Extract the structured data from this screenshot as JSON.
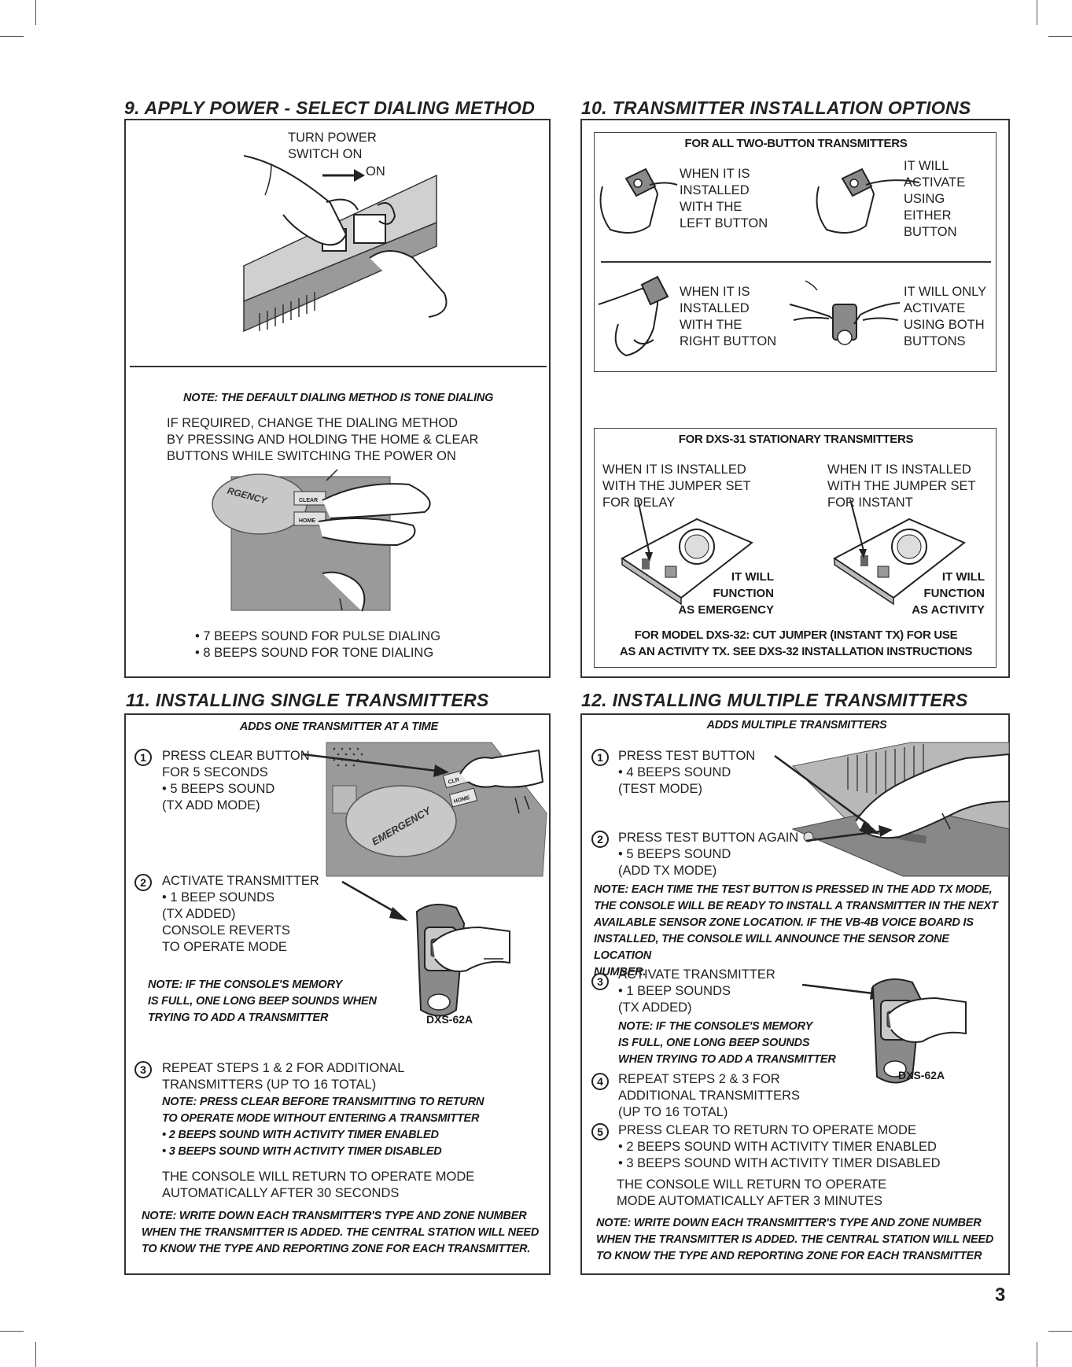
{
  "page_number": "3",
  "section9": {
    "title": "9. APPLY POWER - SELECT DIALING METHOD",
    "turn_power": "TURN POWER\nSWITCH ON",
    "on_label": "ON",
    "note": "NOTE: THE DEFAULT DIALING METHOD IS TONE DIALING",
    "instructions": "IF REQUIRED, CHANGE THE DIALING METHOD\nBY PRESSING AND HOLDING THE HOME & CLEAR\nBUTTONS WHILE SWITCHING THE POWER ON",
    "emergency_text": "RGENCY",
    "clear_button": "CLEAR",
    "home_button": "HOME",
    "beeps_pulse": "• 7 BEEPS SOUND FOR PULSE DIALING",
    "beeps_tone": "• 8 BEEPS SOUND FOR TONE DIALING"
  },
  "section10": {
    "title": "10. TRANSMITTER INSTALLATION OPTIONS",
    "two_button_header": "FOR ALL TWO-BUTTON TRANSMITTERS",
    "left_button": "WHEN IT IS\nINSTALLED\nWITH THE\nLEFT BUTTON",
    "either_button": "IT WILL\nACTIVATE\nUSING\nEITHER\nBUTTON",
    "right_button": "WHEN IT IS\nINSTALLED\nWITH THE\nRIGHT BUTTON",
    "both_buttons": "IT WILL ONLY\nACTIVATE\nUSING BOTH\nBUTTONS",
    "dxs31_header": "FOR DXS-31 STATIONARY TRANSMITTERS",
    "jumper_delay": "WHEN IT IS INSTALLED\nWITH THE JUMPER SET\nFOR DELAY",
    "jumper_instant": "WHEN IT IS INSTALLED\nWITH THE JUMPER SET\nFOR INSTANT",
    "function_emergency": "IT WILL\nFUNCTION\nAS EMERGENCY",
    "function_activity": "IT WILL\nFUNCTION\nAS ACTIVITY",
    "dxs32_note": "FOR MODEL DXS-32: CUT JUMPER (INSTANT TX) FOR USE\nAS AN ACTIVITY TX. SEE DXS-32 INSTALLATION INSTRUCTIONS"
  },
  "section11": {
    "title": "11. INSTALLING SINGLE TRANSMITTERS",
    "subtitle": "ADDS ONE TRANSMITTER AT A TIME",
    "step1_num": "1",
    "step1": "PRESS CLEAR BUTTON\nFOR 5 SECONDS\n• 5 BEEPS SOUND\n   (TX ADD MODE)",
    "step2_num": "2",
    "step2": "ACTIVATE TRANSMITTER\n• 1 BEEP SOUNDS\n   (TX ADDED)\nCONSOLE REVERTS\nTO OPERATE MODE",
    "memory_note": "NOTE: IF THE CONSOLE'S MEMORY\nIS FULL, ONE LONG BEEP SOUNDS WHEN\nTRYING TO ADD A TRANSMITTER",
    "model": "DXS-62A",
    "step3_num": "3",
    "step3": "REPEAT STEPS 1 & 2 FOR ADDITIONAL\nTRANSMITTERS (UP TO 16 TOTAL)",
    "clear_note": "NOTE: PRESS CLEAR BEFORE TRANSMITTING TO RETURN\nTO OPERATE MODE WITHOUT ENTERING A TRANSMITTER\n• 2 BEEPS SOUND WITH ACTIVITY TIMER ENABLED\n• 3 BEEPS SOUND WITH ACTIVITY TIMER DISABLED",
    "auto_return": "THE CONSOLE WILL RETURN TO OPERATE MODE\nAUTOMATICALLY AFTER 30 SECONDS",
    "final_note": "NOTE: WRITE DOWN EACH TRANSMITTER'S TYPE AND ZONE NUMBER\nWHEN THE TRANSMITTER IS ADDED. THE CENTRAL STATION WILL NEED\nTO KNOW THE TYPE AND REPORTING ZONE FOR EACH TRANSMITTER.",
    "emergency_text": "EMERGENCY",
    "clear_label": "CLR",
    "home_label": "HOME"
  },
  "section12": {
    "title": "12. INSTALLING MULTIPLE TRANSMITTERS",
    "subtitle": "ADDS MULTIPLE TRANSMITTERS",
    "step1_num": "1",
    "step1": "PRESS TEST BUTTON\n• 4 BEEPS SOUND\n   (TEST MODE)",
    "step2_num": "2",
    "step2": "PRESS TEST BUTTON AGAIN\n• 5 BEEPS SOUND\n   (ADD TX MODE)",
    "add_tx_note": "NOTE: EACH TIME THE TEST BUTTON IS PRESSED IN THE ADD TX MODE,\nTHE CONSOLE WILL BE READY TO INSTALL A TRANSMITTER IN THE NEXT\nAVAILABLE SENSOR ZONE LOCATION. IF THE VB-4B VOICE BOARD IS\nINSTALLED, THE CONSOLE WILL ANNOUNCE THE SENSOR ZONE LOCATION\nNUMBER.",
    "step3_num": "3",
    "step3": "ACTIVATE TRANSMITTER\n• 1 BEEP SOUNDS\n   (TX ADDED)",
    "memory_note": "NOTE: IF THE CONSOLE'S MEMORY\nIS FULL, ONE LONG BEEP SOUNDS\nWHEN TRYING TO ADD A TRANSMITTER",
    "model": "DXS-62A",
    "step4_num": "4",
    "step4": "REPEAT STEPS 2 & 3 FOR\nADDITIONAL TRANSMITTERS\n(UP TO 16 TOTAL)",
    "step5_num": "5",
    "step5": "PRESS CLEAR TO RETURN TO OPERATE MODE\n• 2 BEEPS SOUND WITH ACTIVITY TIMER ENABLED\n• 3 BEEPS SOUND WITH ACTIVITY TIMER DISABLED",
    "auto_return": "THE CONSOLE WILL RETURN TO OPERATE\nMODE AUTOMATICALLY AFTER 3 MINUTES",
    "final_note": "NOTE: WRITE DOWN EACH TRANSMITTER'S TYPE AND ZONE NUMBER\nWHEN THE TRANSMITTER IS ADDED. THE CENTRAL STATION WILL NEED\nTO KNOW THE TYPE AND REPORTING ZONE FOR EACH TRANSMITTER"
  }
}
